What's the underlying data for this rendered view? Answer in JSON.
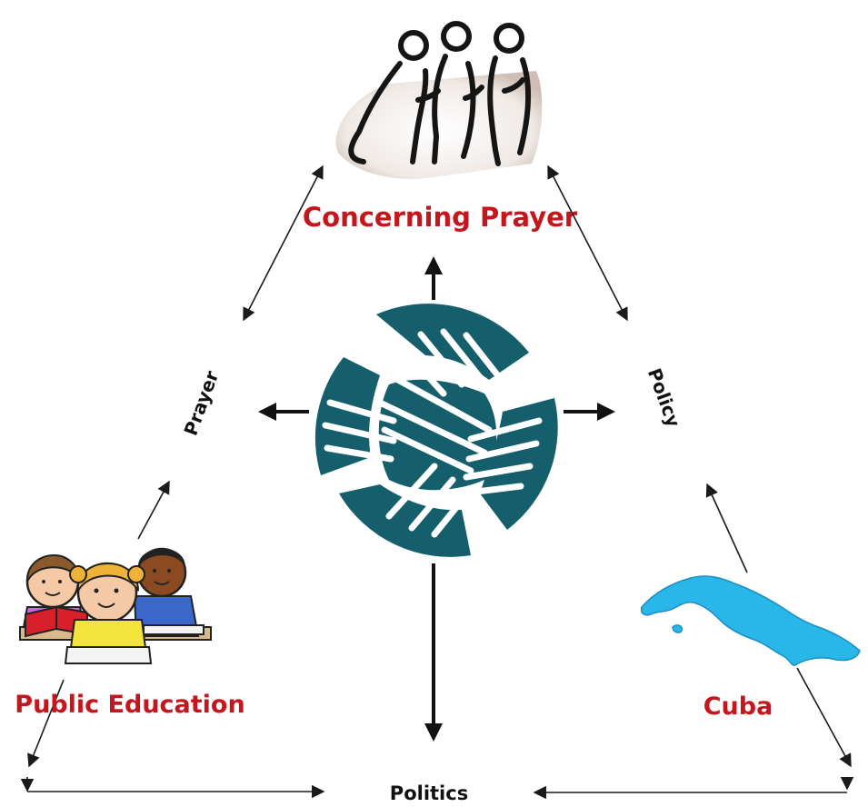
{
  "nodes": {
    "top": "Concerning Prayer",
    "left": "Public Education",
    "right": "Cuba"
  },
  "spokes": {
    "left": "Prayer",
    "right": "Policy",
    "bottom": "Politics"
  },
  "colors": {
    "title_red": "#c4161c",
    "emblem_teal": "#145f6b",
    "cuba_blue": "#29b6e8"
  },
  "icons": {
    "top": "praying-figures-icon",
    "center": "joined-hands-emblem",
    "left": "students-reading-icon",
    "right": "cuba-map-icon"
  }
}
